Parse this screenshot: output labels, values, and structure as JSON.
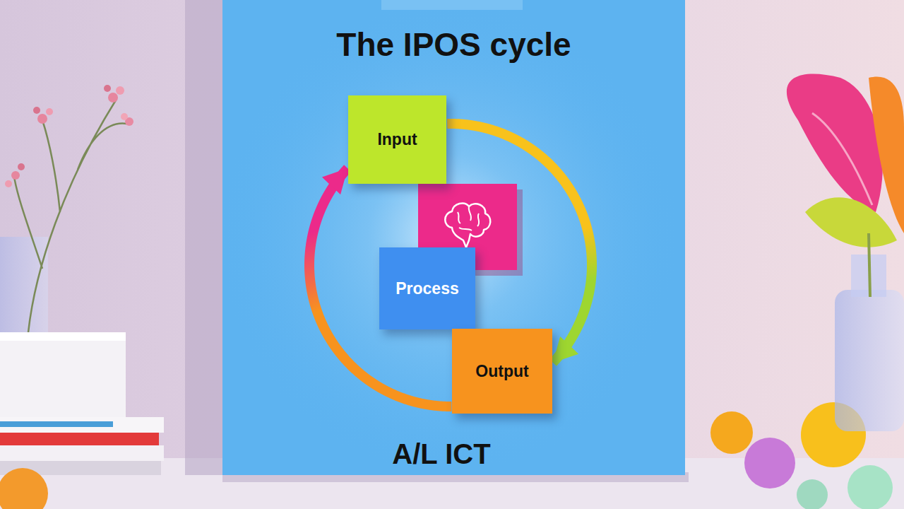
{
  "diagram": {
    "title": "The IPOS cycle",
    "caption": "A/L ICT",
    "nodes": [
      {
        "text": [
          "Input"
        ]
      },
      {
        "text": [
          "Process"
        ]
      },
      {
        "text": [
          "Output"
        ]
      }
    ],
    "edges": [
      {
        "from": 0,
        "to": 2,
        "arrow": "to"
      },
      {
        "from": 2,
        "to": 0,
        "arrow": "to"
      }
    ]
  }
}
